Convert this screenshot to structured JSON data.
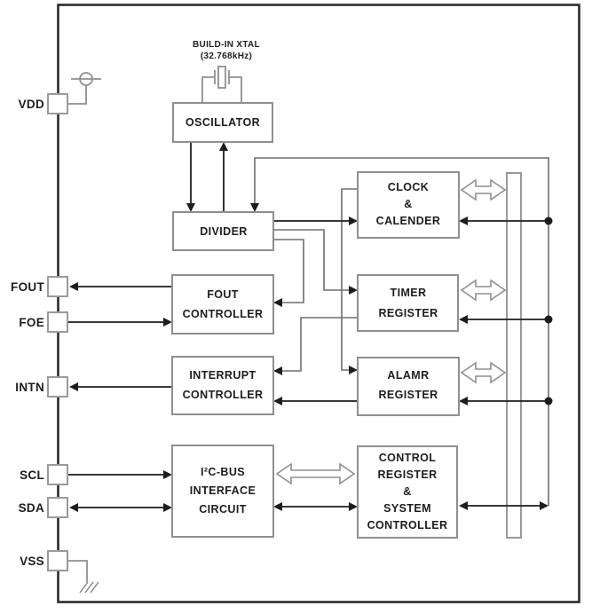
{
  "diagram": {
    "xtal": {
      "line1": "BUILD-IN XTAL",
      "line2": "(32.768kHz)"
    },
    "blocks": {
      "oscillator": {
        "label": "OSCILLATOR"
      },
      "divider": {
        "label": "DIVIDER"
      },
      "clock_calender": {
        "line1": "CLOCK",
        "line2": "&",
        "line3": "CALENDER"
      },
      "timer_register": {
        "line1": "TIMER",
        "line2": "REGISTER"
      },
      "alarm_register": {
        "line1": "ALAMR",
        "line2": "REGISTER"
      },
      "fout_controller": {
        "line1": "FOUT",
        "line2": "CONTROLLER"
      },
      "interrupt_controller": {
        "line1": "INTERRUPT",
        "line2": "CONTROLLER"
      },
      "i2c_interface": {
        "line1": "I²C-BUS",
        "line2": "INTERFACE",
        "line3": "CIRCUIT"
      },
      "control_register": {
        "line1": "CONTROL",
        "line2": "REGISTER",
        "line3": "&",
        "line4": "SYSTEM",
        "line5": "CONTROLLER"
      }
    },
    "pins": {
      "vdd": "VDD",
      "fout": "FOUT",
      "foe": "FOE",
      "intn": "INTN",
      "scl": "SCL",
      "sda": "SDA",
      "vss": "VSS"
    },
    "colors": {
      "signal_line": "#1d1d1d",
      "routing_line": "#6e6e6e",
      "block_border": "#8f8f8f",
      "outer_border": "#2b2b2b",
      "background": "#ffffff"
    }
  }
}
